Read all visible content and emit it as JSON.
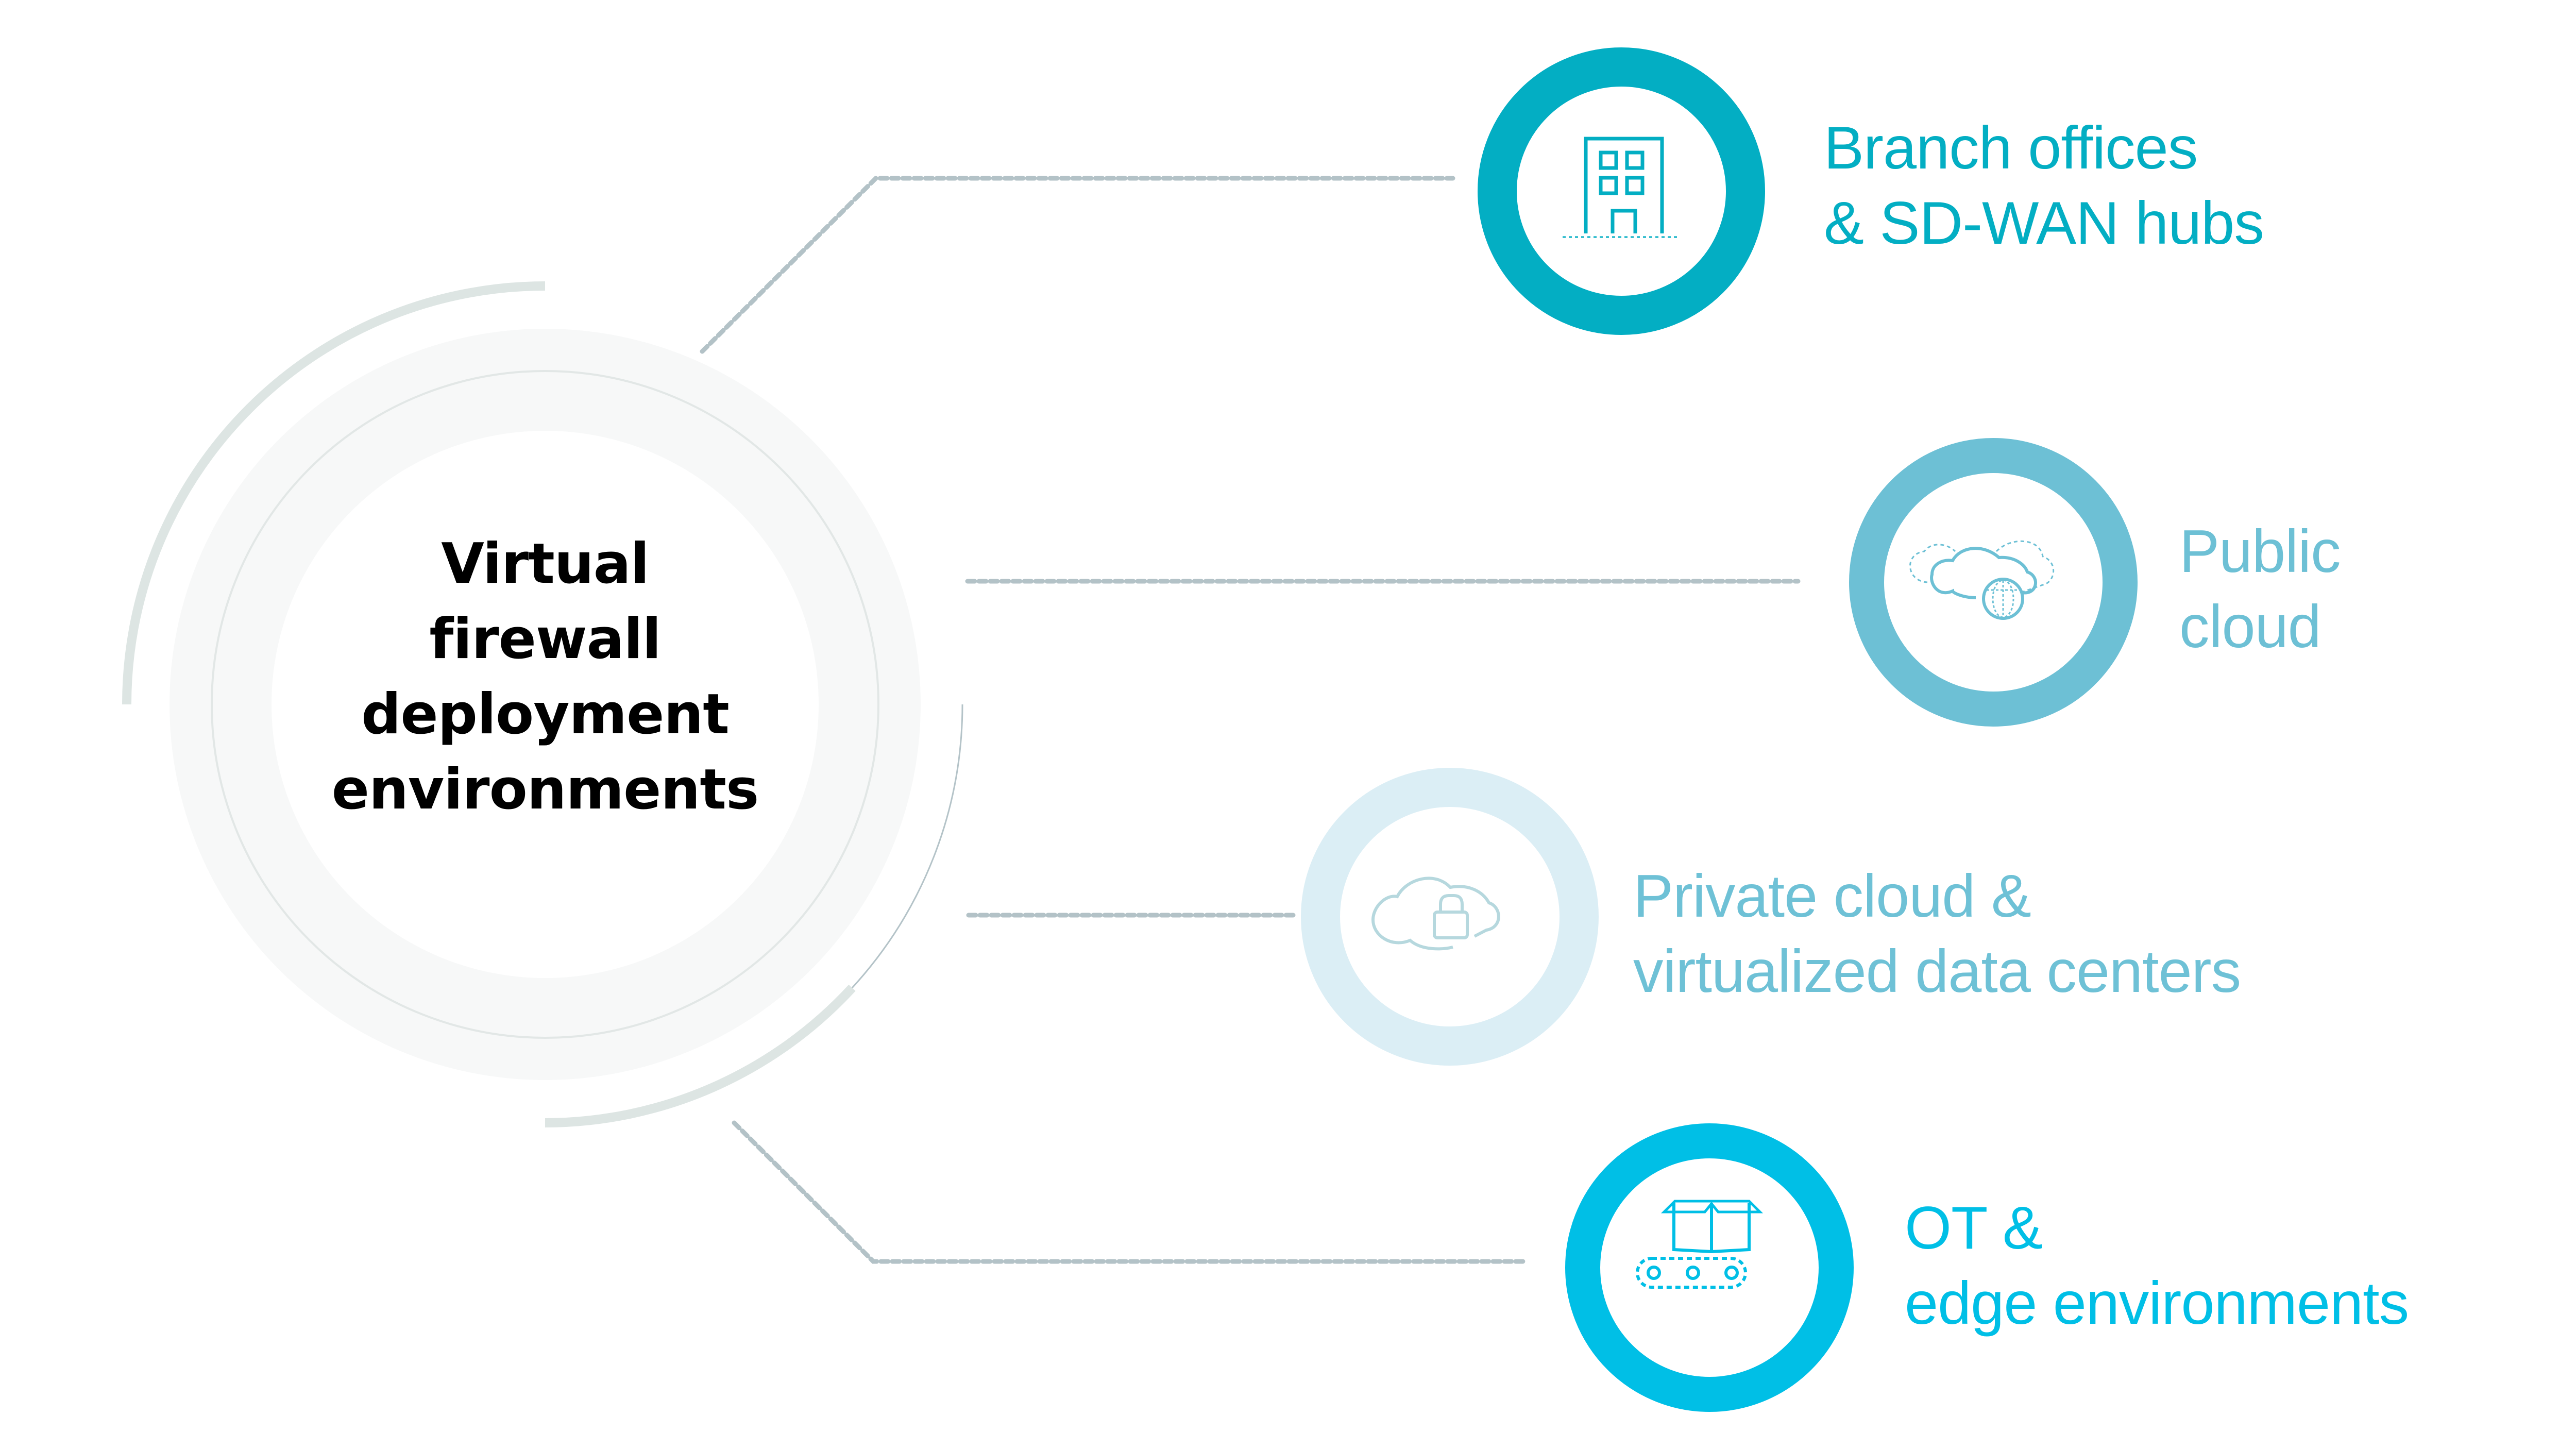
{
  "center": {
    "title_lines": [
      "Virtual",
      "firewall",
      "deployment",
      "environments"
    ],
    "text_color": "#000000"
  },
  "colors": {
    "connector": "#b3c2c7",
    "outer_disc": "#f7f8f8",
    "thin_ring": "#e2e7e6",
    "decor_arc": "#dde5e3",
    "thin_arc": "#b4c3c8"
  },
  "nodes": [
    {
      "id": "branch",
      "label_lines": [
        "Branch offices",
        "& SD-WAN hubs"
      ],
      "icon": "building-icon",
      "ring_color": "#03aec3",
      "text_color": "#03aec3",
      "icon_color": "#03aec3"
    },
    {
      "id": "public-cloud",
      "label_lines": [
        "Public",
        "cloud"
      ],
      "icon": "cloud-globe-icon",
      "ring_color": "#6dc0d5",
      "text_color": "#6dc0d5",
      "icon_color": "#6dc0d5"
    },
    {
      "id": "private-cloud",
      "label_lines": [
        "Private cloud &",
        "virtualized data centers"
      ],
      "icon": "cloud-lock-icon",
      "ring_color": "#dbeef5",
      "text_color": "#6ec1d6",
      "icon_color": "#b6d8de"
    },
    {
      "id": "ot-edge",
      "label_lines": [
        "OT &",
        "edge environments"
      ],
      "icon": "conveyor-box-icon",
      "ring_color": "#00bfe6",
      "text_color": "#00bfe6",
      "icon_color": "#00bfe6"
    }
  ]
}
